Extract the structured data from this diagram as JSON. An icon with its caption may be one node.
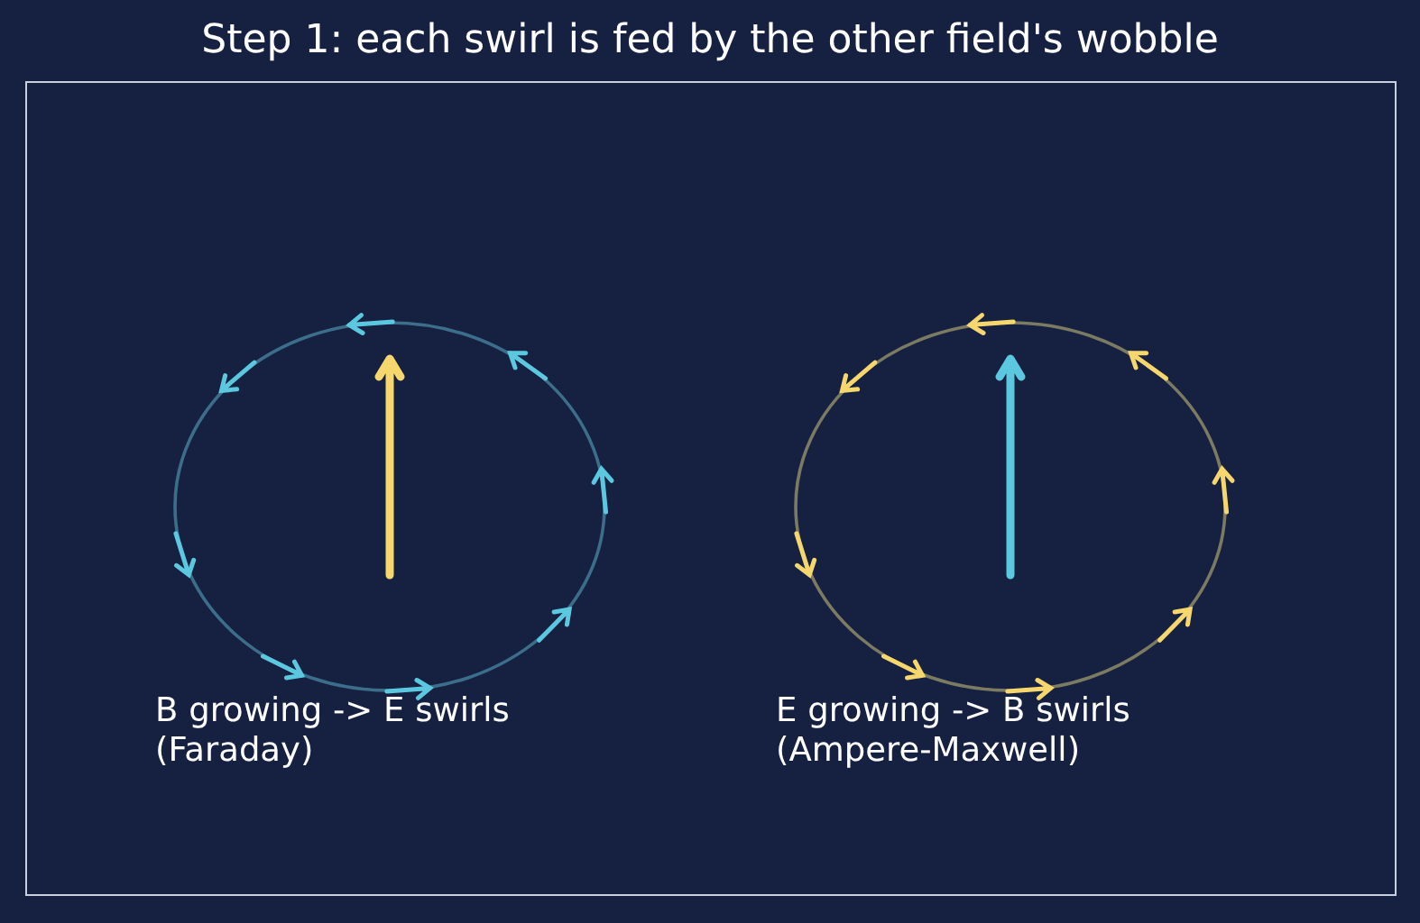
{
  "diagram": {
    "title": "Step 1: each swirl is fed by the other field's wobble",
    "labels": [
      "B growing -> E swirls (Faraday)",
      "E growing -> B swirls (Ampere-Maxwell)"
    ]
  }
}
